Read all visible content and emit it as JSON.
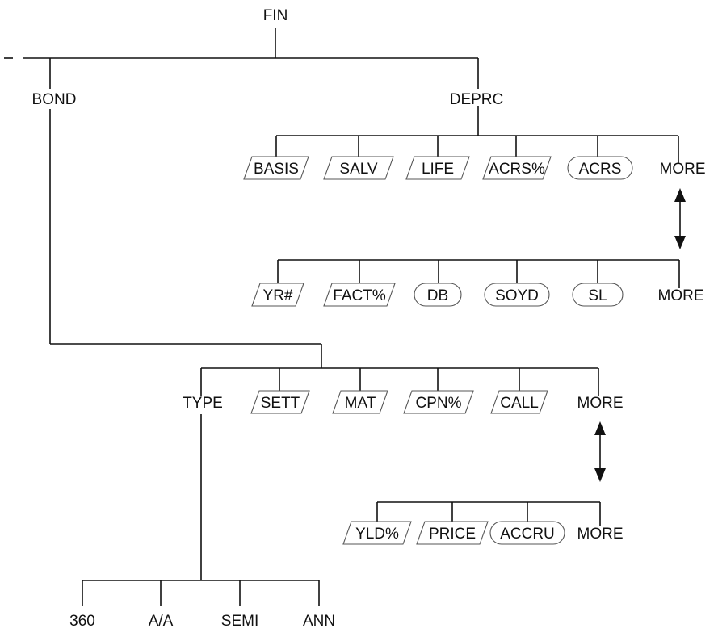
{
  "root": {
    "label": "FIN"
  },
  "branch_left": {
    "label": "BOND"
  },
  "branch_right": {
    "label": "DEPRC"
  },
  "deprc_menu_1": [
    {
      "label": "BASIS",
      "style": "key"
    },
    {
      "label": "SALV",
      "style": "key"
    },
    {
      "label": "LIFE",
      "style": "key"
    },
    {
      "label": "ACRS%",
      "style": "key"
    },
    {
      "label": "ACRS",
      "style": "command"
    },
    {
      "label": "MORE",
      "style": "plain"
    }
  ],
  "deprc_menu_2": [
    {
      "label": "YR#",
      "style": "key"
    },
    {
      "label": "FACT%",
      "style": "key"
    },
    {
      "label": "DB",
      "style": "command"
    },
    {
      "label": "SOYD",
      "style": "command"
    },
    {
      "label": "SL",
      "style": "command"
    },
    {
      "label": "MORE",
      "style": "plain"
    }
  ],
  "bond_menu_1": [
    {
      "label": "TYPE",
      "style": "plain"
    },
    {
      "label": "SETT",
      "style": "key"
    },
    {
      "label": "MAT",
      "style": "key"
    },
    {
      "label": "CPN%",
      "style": "key"
    },
    {
      "label": "CALL",
      "style": "key"
    },
    {
      "label": "MORE",
      "style": "plain"
    }
  ],
  "bond_menu_2": [
    {
      "label": "YLD%",
      "style": "key"
    },
    {
      "label": "PRICE",
      "style": "key"
    },
    {
      "label": "ACCRU",
      "style": "command"
    },
    {
      "label": "MORE",
      "style": "plain"
    }
  ],
  "type_menu": [
    {
      "label": "360",
      "style": "plain"
    },
    {
      "label": "A/A",
      "style": "plain"
    },
    {
      "label": "SEMI",
      "style": "plain"
    },
    {
      "label": "ANN",
      "style": "plain"
    }
  ]
}
